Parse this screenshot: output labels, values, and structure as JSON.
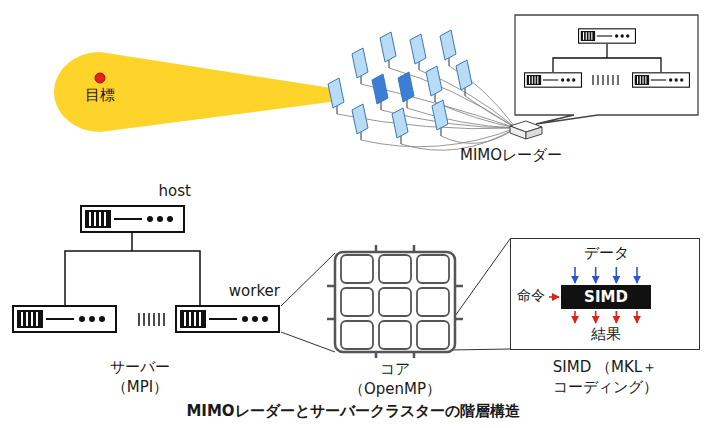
{
  "diagram": {
    "caption": "MIMOレーダーとサーバークラスターの階層構造",
    "nodes": [
      {
        "text": [
          "host"
        ]
      },
      {
        "text": [
          "worker"
        ]
      },
      {
        "text": [
          "データ",
          "命令",
          "結果"
        ]
      },
      {
        "text": [
          "SIMD"
        ],
        "in": 2
      }
    ],
    "edges": [
      {
        "from": 0,
        "to": 1,
        "arrow": "none"
      }
    ],
    "labels": [
      "目標",
      "MIMOレーダー",
      "サーバー （MPI）",
      "コア （OpenMP）",
      "SIMD （MKL＋コーディング）"
    ]
  }
}
